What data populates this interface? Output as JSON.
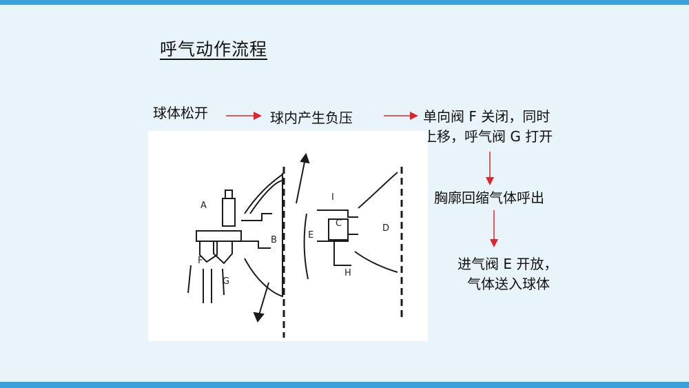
{
  "title": "呼气动作流程",
  "steps": {
    "s1": "球体松开",
    "s2": "球内产生负压",
    "s3_line1": "单向阀 F 关闭，同时",
    "s3_line2": "上移，呼气阀 G 打开",
    "s4": "胸廓回缩气体呼出",
    "s5_line1": "进气阀 E 开放，",
    "s5_line2": "气体送入球体"
  },
  "diagram_labels": {
    "A": "A",
    "B": "B",
    "C": "C",
    "D": "D",
    "E": "E",
    "F": "F",
    "G": "G",
    "H": "H",
    "I": "I"
  },
  "colors": {
    "accent_bar": "#3ba1dc",
    "arrow": "#e0242a",
    "background": "#e8f3fa"
  }
}
